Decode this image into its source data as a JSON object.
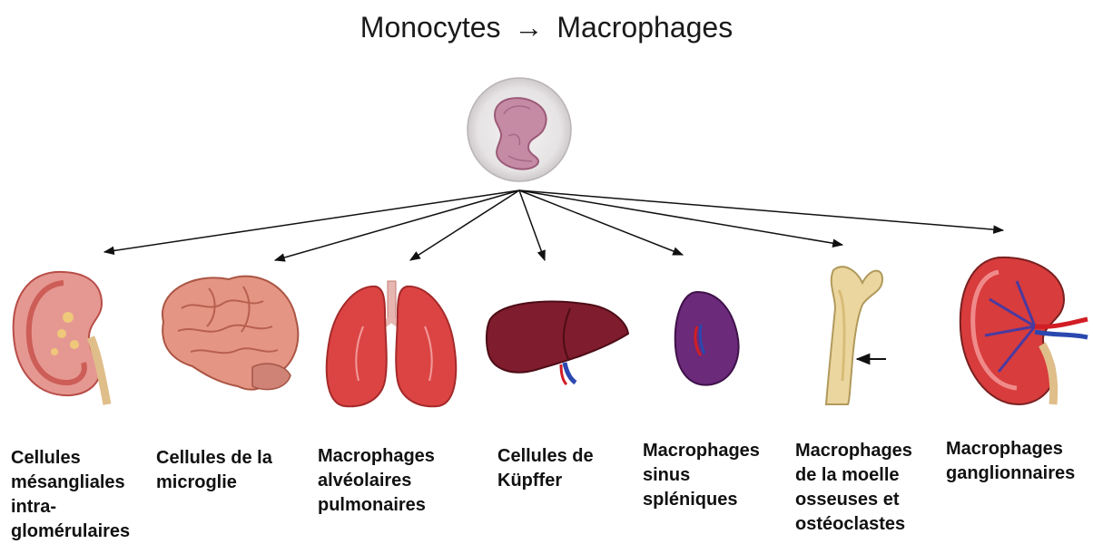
{
  "title": {
    "from": "Monocytes",
    "arrow": "→",
    "to": "Macrophages"
  },
  "source": {
    "name": "monocyte",
    "icon": "monocyte-cell-icon"
  },
  "targets": [
    {
      "id": "kidney",
      "icon": "kidney-icon",
      "label_lines": [
        "Cellules",
        "mésangliales",
        "intra-",
        "glomérulaires"
      ]
    },
    {
      "id": "brain",
      "icon": "brain-icon",
      "label_lines": [
        "Cellules de la",
        "microglie"
      ]
    },
    {
      "id": "lungs",
      "icon": "lungs-icon",
      "label_lines": [
        "Macrophages",
        "alvéolaires",
        "pulmonaires"
      ]
    },
    {
      "id": "liver",
      "icon": "liver-icon",
      "label_lines": [
        "Cellules de",
        "Küpffer"
      ]
    },
    {
      "id": "spleen",
      "icon": "spleen-icon",
      "label_lines": [
        "Macrophages",
        "sinus",
        "spléniques"
      ]
    },
    {
      "id": "bone",
      "icon": "femur-bone-icon",
      "label_lines": [
        "Macrophages",
        "de la moelle",
        "osseuses et",
        "ostéoclastes"
      ]
    },
    {
      "id": "lymph-node",
      "icon": "lymph-node-icon",
      "label_lines": [
        "Macrophages",
        "ganglionnaires"
      ]
    }
  ],
  "colors": {
    "organ_red": "#c8373a",
    "organ_pink": "#e79a9a",
    "liver": "#7a1d2a",
    "spleen": "#6a2a75",
    "bone": "#e9d59a",
    "vessel_red": "#d01e24",
    "vessel_blue": "#2a48b0",
    "cell_nucleus": "#b97a96",
    "arrow": "#111111"
  }
}
